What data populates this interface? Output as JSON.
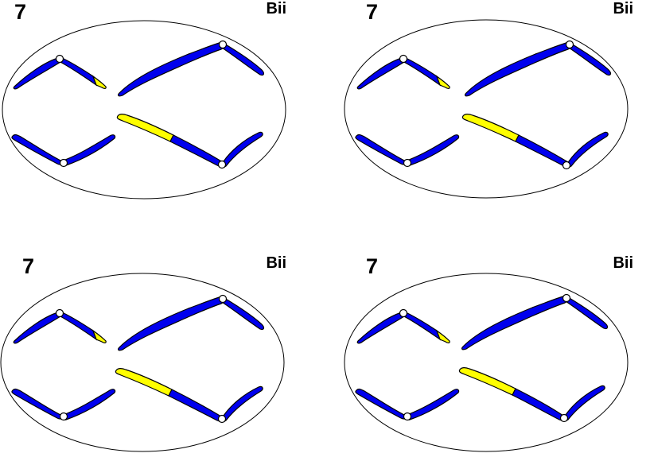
{
  "panels": [
    {
      "number": "7",
      "stage": "Bii"
    },
    {
      "number": "7",
      "stage": "Bii"
    },
    {
      "number": "7",
      "stage": "Bii"
    },
    {
      "number": "7",
      "stage": "Bii"
    }
  ],
  "colors": {
    "chromosome": "#0000ee",
    "segment": "#ffff00",
    "centromere": "#ffffff",
    "outline": "#000000"
  }
}
